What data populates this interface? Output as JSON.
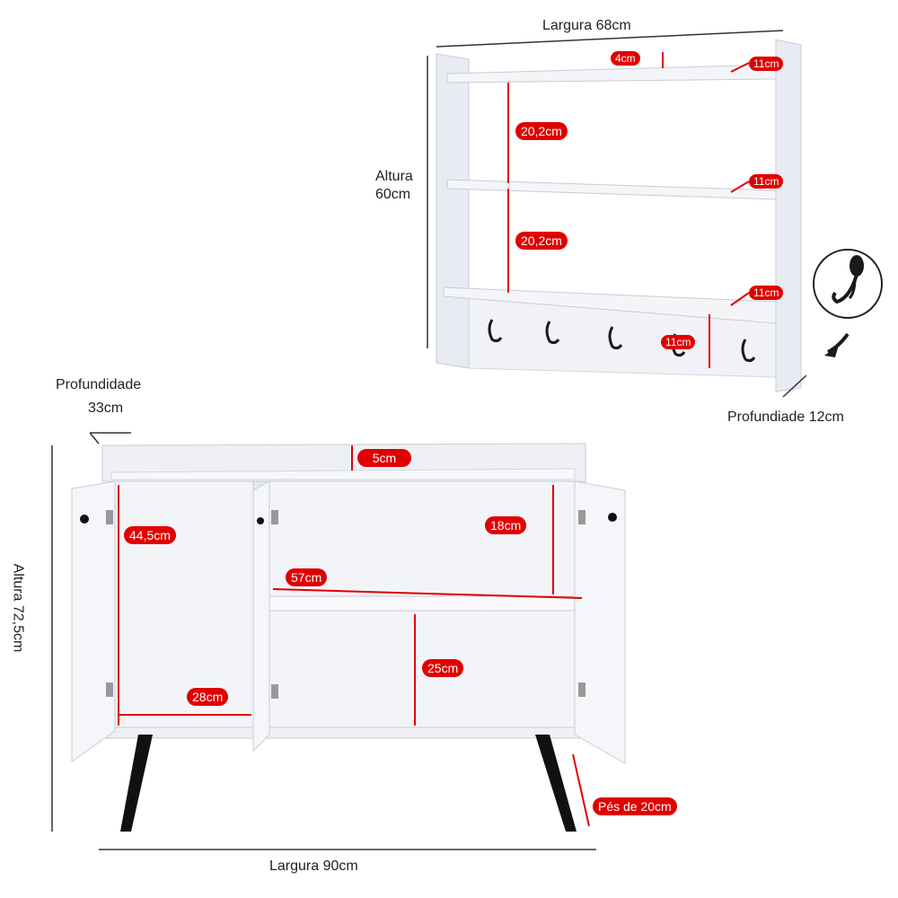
{
  "shelf": {
    "width_label": "Largura 68cm",
    "height_label_line1": "Altura",
    "height_label_line2": "60cm",
    "depth_label": "Profundiade 12cm",
    "top_rail": "4cm",
    "gap_top": "20,2cm",
    "gap_bottom": "20,2cm",
    "depth_shelf_1": "11cm",
    "depth_shelf_2": "11cm",
    "depth_shelf_3": "11cm",
    "hook_spacing": "11cm",
    "hook_count": 5
  },
  "cabinet": {
    "depth_label_line1": "Profundidade",
    "depth_label_line2": "33cm",
    "height_label": "Altura 72,5cm",
    "width_label": "Largura 90cm",
    "top_rail": "5cm",
    "left_height": "44,5cm",
    "left_width": "28cm",
    "upper_height": "18cm",
    "middle_width": "57cm",
    "lower_height": "25cm",
    "legs": "Pés de 20cm"
  },
  "colors": {
    "accent": "#e00000",
    "furniture": "#eef0f6",
    "outline": "#c9ccd6",
    "legs": "#111111"
  }
}
